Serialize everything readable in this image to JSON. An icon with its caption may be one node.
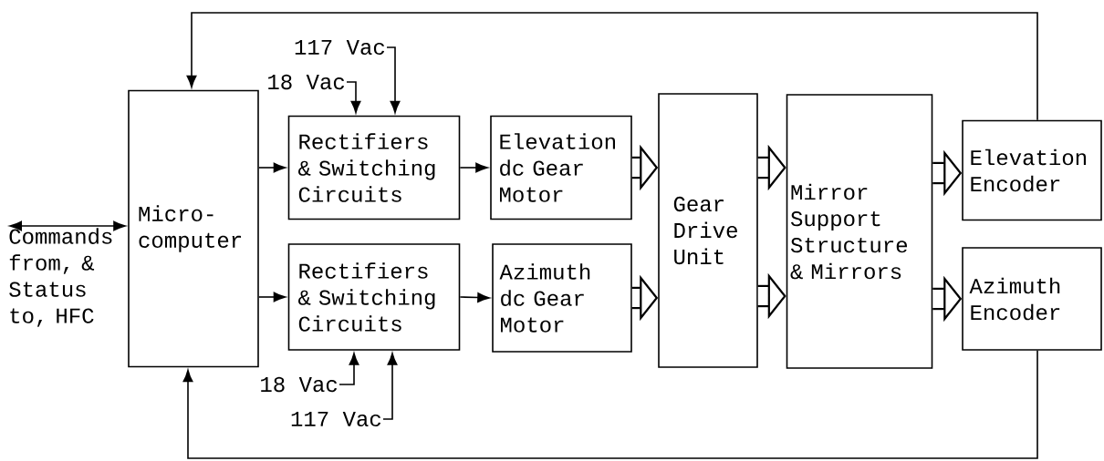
{
  "diagram": {
    "nodes": [
      {
        "text": [
          "Micro- computer"
        ]
      },
      {
        "text": [
          "Rectifiers & Switching Circuits"
        ]
      },
      {
        "text": [
          "Elevation dc Gear Motor"
        ]
      },
      {
        "text": [
          "Rectifiers & Switching Circuits"
        ]
      },
      {
        "text": [
          "Azimuth dc Gear Motor"
        ]
      },
      {
        "text": [
          "Gear Drive Unit"
        ]
      },
      {
        "text": [
          "Mirror Support Structure & Mirrors"
        ]
      },
      {
        "text": [
          "Elevation Encoder"
        ]
      },
      {
        "text": [
          "Azimuth Encoder"
        ]
      },
      {
        "text": [
          "117 Vac"
        ]
      },
      {
        "text": [
          "18 Vac"
        ]
      },
      {
        "text": [
          "18 Vac"
        ]
      },
      {
        "text": [
          "117 Vac"
        ]
      },
      {
        "text": [
          "Commands from, & Status to, HFC"
        ]
      }
    ],
    "edges": [
      {
        "from": 13,
        "to": 0,
        "arrow": "both"
      },
      {
        "from": 0,
        "to": 1,
        "arrow": "to"
      },
      {
        "from": 0,
        "to": 3,
        "arrow": "to"
      },
      {
        "from": 1,
        "to": 2,
        "arrow": "to"
      },
      {
        "from": 3,
        "to": 4,
        "arrow": "to"
      },
      {
        "from": 2,
        "to": 5,
        "arrow": "to",
        "style": "thick"
      },
      {
        "from": 4,
        "to": 5,
        "arrow": "to",
        "style": "thick"
      },
      {
        "from": 5,
        "to": 6,
        "arrow": "to",
        "style": "thick"
      },
      {
        "from": 5,
        "to": 6,
        "arrow": "to",
        "style": "thick"
      },
      {
        "from": 6,
        "to": 7,
        "arrow": "to",
        "style": "thick"
      },
      {
        "from": 6,
        "to": 8,
        "arrow": "to",
        "style": "thick"
      },
      {
        "from": 7,
        "to": 0,
        "arrow": "to"
      },
      {
        "from": 8,
        "to": 0,
        "arrow": "to"
      },
      {
        "from": 9,
        "to": 1,
        "arrow": "to"
      },
      {
        "from": 10,
        "to": 1,
        "arrow": "to"
      },
      {
        "from": 11,
        "to": 3,
        "arrow": "to"
      },
      {
        "from": 12,
        "to": 3,
        "arrow": "to"
      }
    ]
  }
}
